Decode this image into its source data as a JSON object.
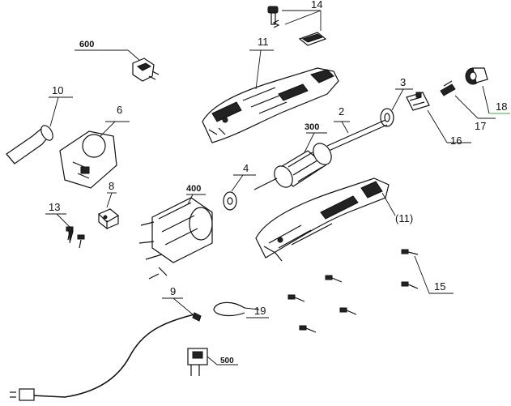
{
  "labels": {
    "p14": "14",
    "p600": "600",
    "p11": "11",
    "p3": "3",
    "p18": "18",
    "p10": "10",
    "p6": "6",
    "p2": "2",
    "p300": "300",
    "p17": "17",
    "p16": "16",
    "p4": "4",
    "p400": "400",
    "p8": "8",
    "p13": "13",
    "p11b": "(11)",
    "p15": "15",
    "p9": "9",
    "p19": "19",
    "p500": "500"
  },
  "colors": {
    "ink": "#111111",
    "accent_leader_18": "#3aa845"
  }
}
